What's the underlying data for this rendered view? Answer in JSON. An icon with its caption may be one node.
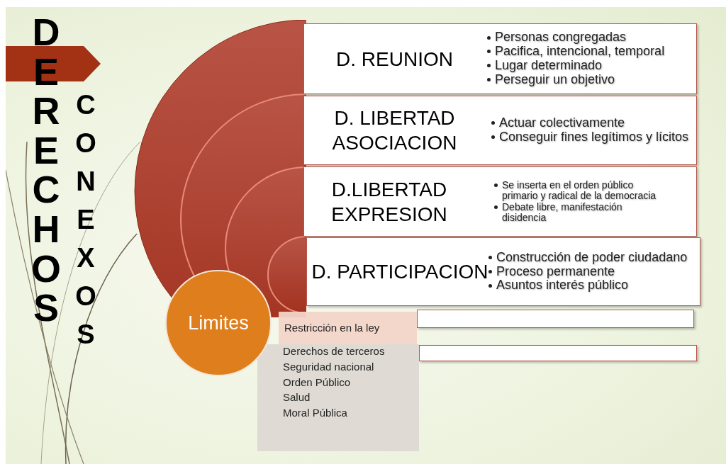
{
  "diagram": {
    "nodes": [
      {
        "text": [
          "D. REUNION",
          "Personas congregadas",
          "Pacifica, intencional, temporal",
          "Lugar determinado",
          "Perseguir un objetivo"
        ]
      },
      {
        "text": [
          "D. LIBERTAD ASOCIACION",
          "Actuar colectivamente",
          "Conseguir fines legítimos y lícitos"
        ]
      },
      {
        "text": [
          "D.LIBERTAD EXPRESION",
          "Se inserta en el orden público primario y radical  de la democracia",
          "Debate libre, manifestación disidencia"
        ]
      },
      {
        "text": [
          "D. PARTICIPACION",
          "Construcción de poder ciudadano",
          "Proceso permanente",
          "Asuntos interés público"
        ]
      },
      {
        "text": [],
        "shape": "box"
      },
      {
        "text": [],
        "shape": "box"
      },
      {
        "text": [
          "Limites"
        ]
      },
      {
        "text": [
          "Restricción en la ley"
        ]
      },
      {
        "text": [
          "Derechos de terceros",
          "Seguridad nacional",
          "Orden Público",
          "Salud",
          "Moral Pública"
        ]
      }
    ],
    "labels": [
      "DERECHOS",
      "CONEXOS"
    ]
  }
}
